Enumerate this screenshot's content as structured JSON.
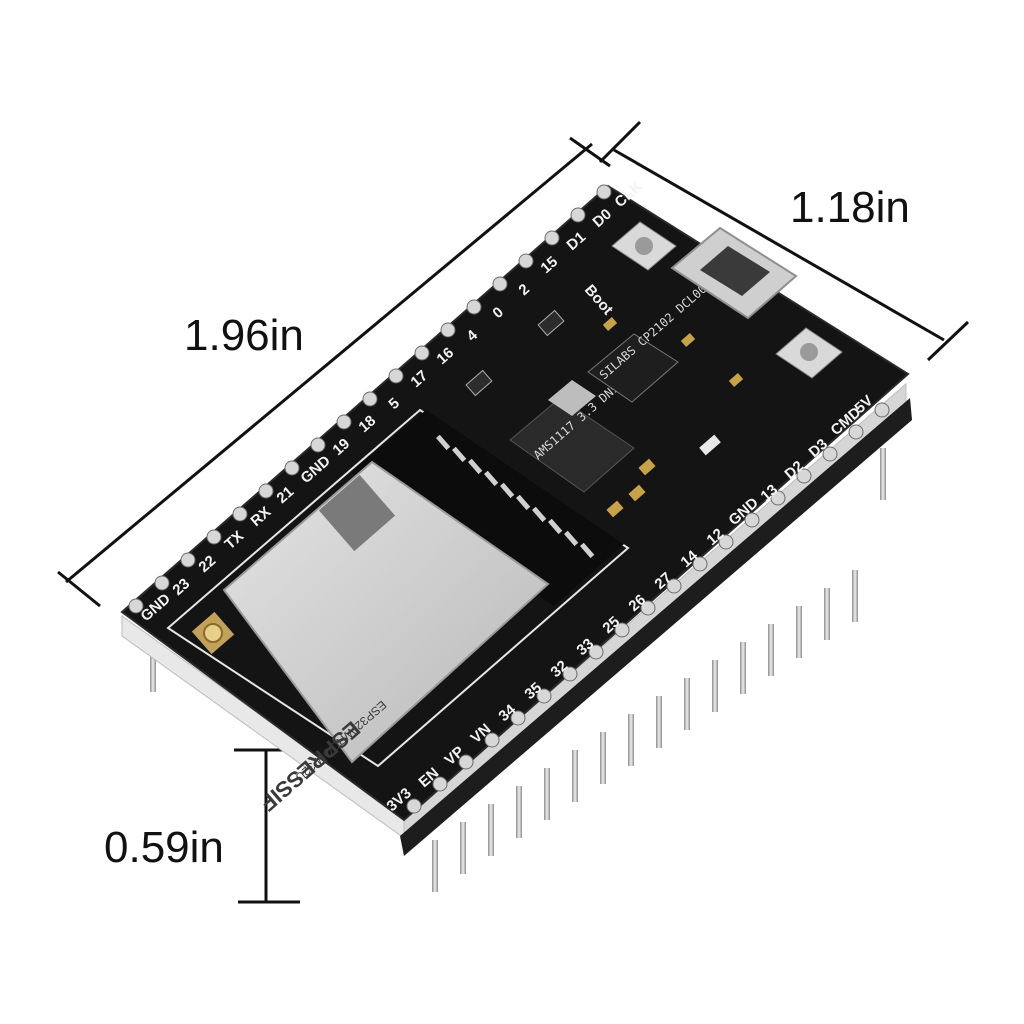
{
  "dimensions": {
    "length": "1.96in",
    "width": "1.18in",
    "height": "0.59in"
  },
  "board": {
    "top_pin_labels": [
      "GND",
      "23",
      "22",
      "TX",
      "RX",
      "21",
      "GND",
      "19",
      "18",
      "5",
      "17",
      "16",
      "4",
      "0",
      "2",
      "15",
      "D1",
      "D0",
      "CLK"
    ],
    "bottom_pin_labels": [
      "3V3",
      "EN",
      "VP",
      "VN",
      "34",
      "35",
      "32",
      "33",
      "25",
      "26",
      "27",
      "14",
      "12",
      "GND",
      "13",
      "D2",
      "D3",
      "CMD",
      "5V"
    ],
    "boot_label": "Boot",
    "regulator_text": "AMS1117 3.3 DN911",
    "usb_chip_text": "SILABS CP2102 DCL00X 1916+",
    "module_brand": "ESPRESSIF",
    "module_model": "ESP32-WROOM-32U"
  },
  "colors": {
    "pcb": "#141414",
    "silkscreen": "#f2f2f2",
    "module_shield": "#cfcfcf",
    "pins": "#c9c9c9"
  }
}
